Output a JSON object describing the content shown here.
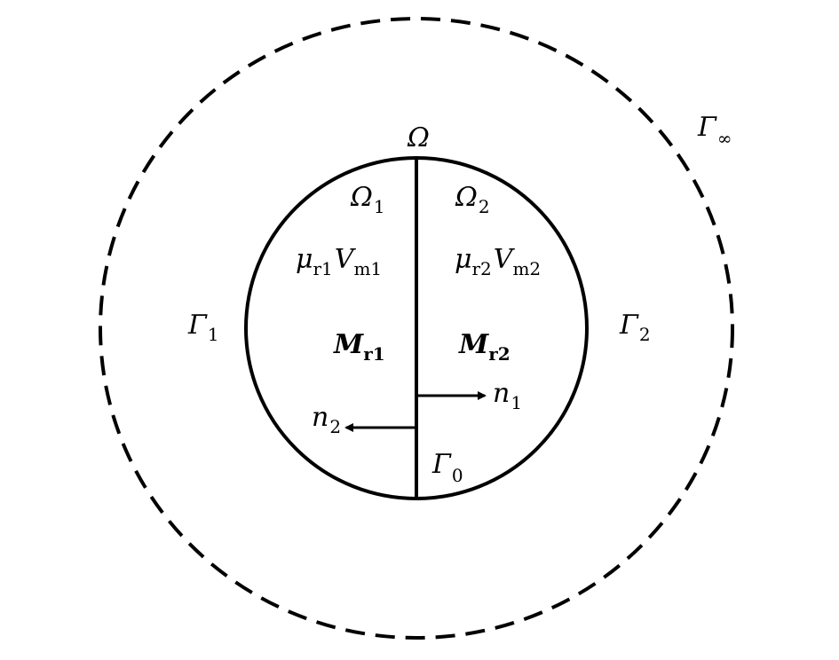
{
  "labels": {
    "omega": "Ω",
    "omega1_main": "Ω",
    "omega1_sub": "1",
    "omega2_main": "Ω",
    "omega2_sub": "2",
    "gamma_inf_main": "Γ",
    "gamma_inf_sub": "∞",
    "gamma1_main": "Γ",
    "gamma1_sub": "1",
    "gamma2_main": "Γ",
    "gamma2_sub": "2",
    "gamma0_main": "Γ",
    "gamma0_sub": "0",
    "mu1_main": "μ",
    "mu1_sub": "r1",
    "v1_main": "V",
    "v1_sub": "m1",
    "mu2_main": "μ",
    "mu2_sub": "r2",
    "v2_main": "V",
    "v2_sub": "m2",
    "m1_main": "M",
    "m1_sub": "r1",
    "m2_main": "M",
    "m2_sub": "r2",
    "n1_main": "n",
    "n1_sub": "1",
    "n2_main": "n",
    "n2_sub": "2"
  }
}
